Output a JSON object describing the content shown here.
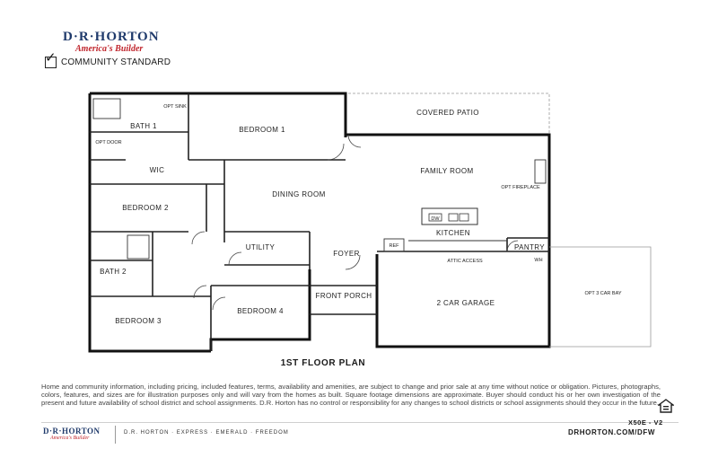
{
  "brand": {
    "logo_main": "D·R·HORTON",
    "logo_tagline": "America's Builder"
  },
  "community_standard": "COMMUNITY STANDARD",
  "rooms": {
    "bath1": "BATH 1",
    "bedroom1": "BEDROOM 1",
    "covered_patio": "COVERED PATIO",
    "wic": "WIC",
    "family_room": "FAMILY ROOM",
    "dining_room": "DINING ROOM",
    "bedroom2": "BEDROOM 2",
    "kitchen": "KITCHEN",
    "utility": "UTILITY",
    "foyer": "FOYER",
    "pantry": "PANTRY",
    "bath2": "BATH 2",
    "front_porch": "FRONT PORCH",
    "garage": "2 CAR GARAGE",
    "bedroom4": "BEDROOM 4",
    "bedroom3": "BEDROOM 3"
  },
  "notes": {
    "opt_sink": "OPT SINK",
    "opt_door": "OPT DOOR",
    "opt_fireplace": "OPT FIREPLACE",
    "dw": "DW",
    "ref": "REF",
    "wh": "WH",
    "attic_access": "ATTIC ACCESS",
    "opt_3car_bay": "OPT 3 CAR BAY"
  },
  "plan_title": "1ST FLOOR PLAN",
  "disclaimer": "Home and community information, including pricing, included features, terms, availability and amenities, are subject to change and prior sale at any time without notice or obligation. Pictures, photographs, colors, features, and sizes are for illustration purposes only and will vary from the homes as built. Square footage dimensions are approximate. Buyer should conduct his or her own investigation of the present and future availability of school district and school assignments. D.R. Horton has no control or responsibility for any changes to school districts or school assignments should they occur in the future.",
  "footer": {
    "logo_main": "D·R·HORTON",
    "logo_tagline": "America's Builder",
    "brands": "D.R. HORTON · EXPRESS · EMERALD · FREEDOM",
    "plan_code": "X50E - V2",
    "url": "DRHORTON.COM/DFW"
  },
  "icons": {
    "check": "checkbox-checked-icon",
    "equal_housing": "equal-housing-opportunity-icon"
  }
}
